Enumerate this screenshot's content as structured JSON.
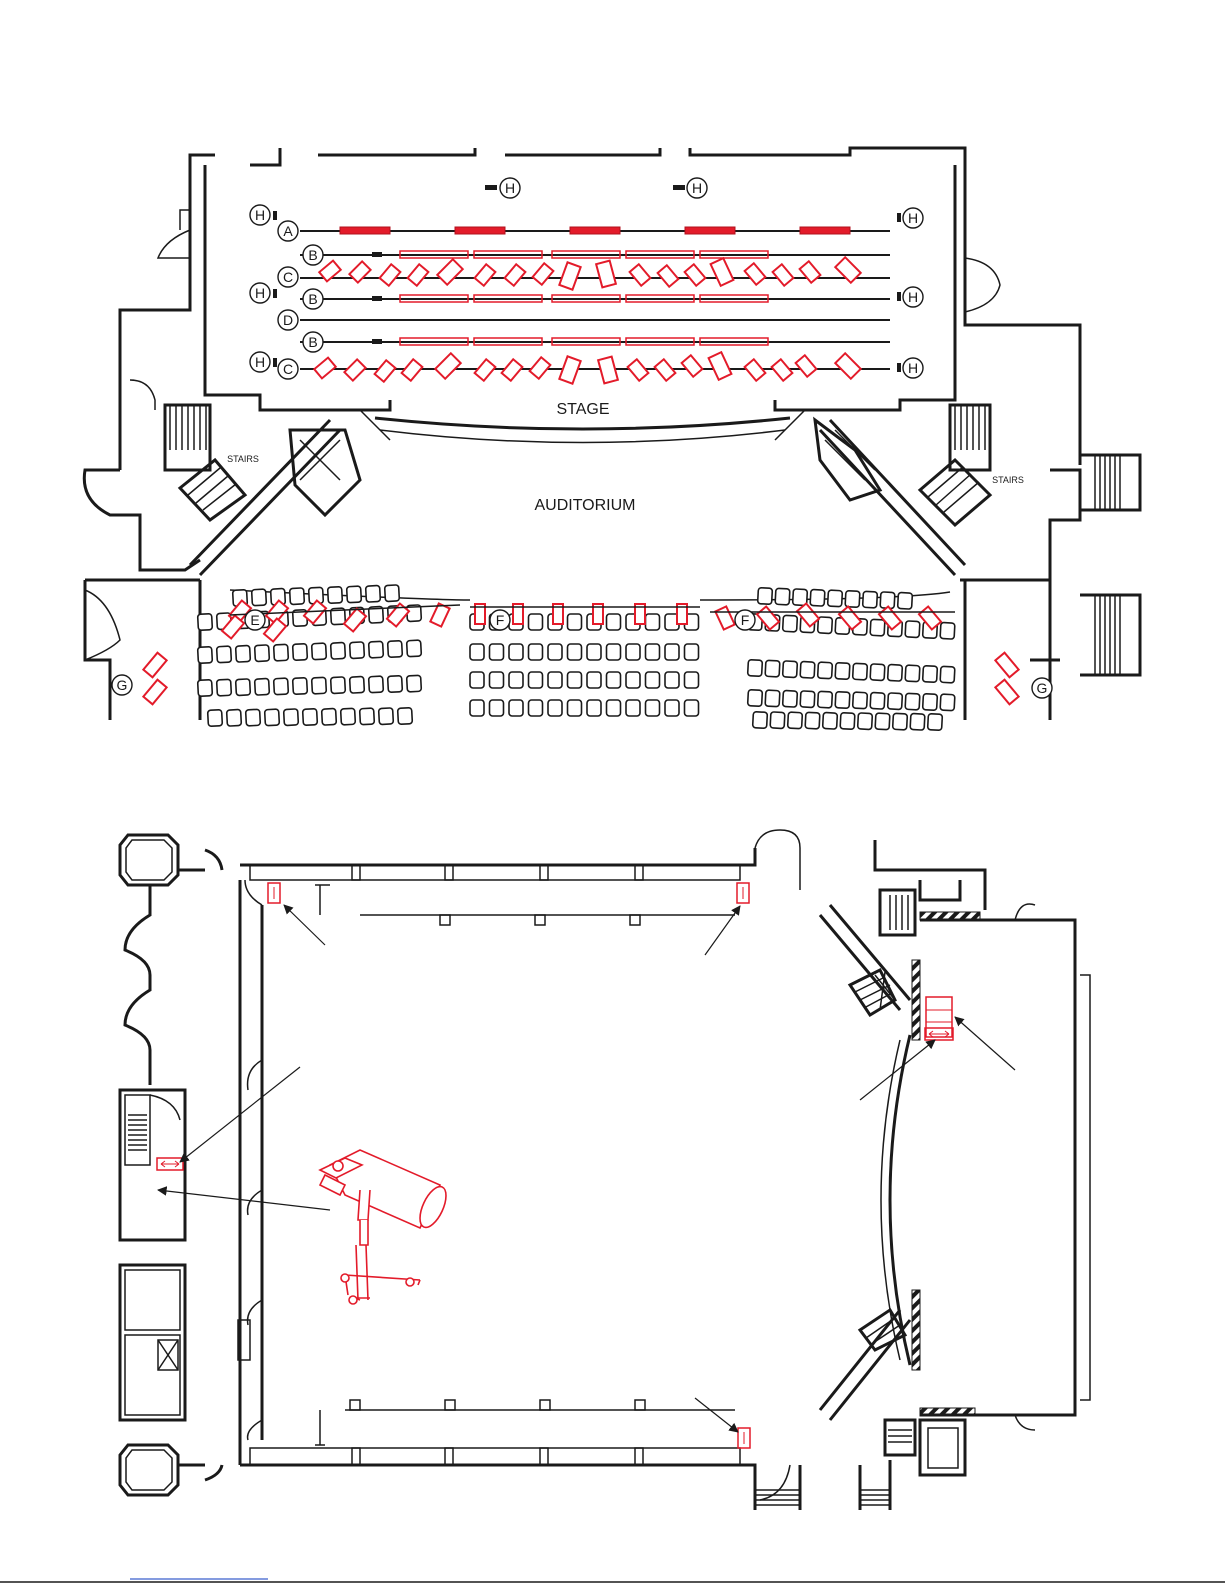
{
  "labels": {
    "stage": "STAGE",
    "auditorium": "AUDITORIUM",
    "stairs_left": "STAIRS",
    "stairs_right": "STAIRS"
  },
  "positions": {
    "a": "A",
    "b": "B",
    "c": "C",
    "d": "D",
    "e": "E",
    "f": "F",
    "g": "G",
    "h": "H"
  },
  "colors": {
    "instrument": "#e31b2a",
    "lines": "#1a1a1a"
  }
}
